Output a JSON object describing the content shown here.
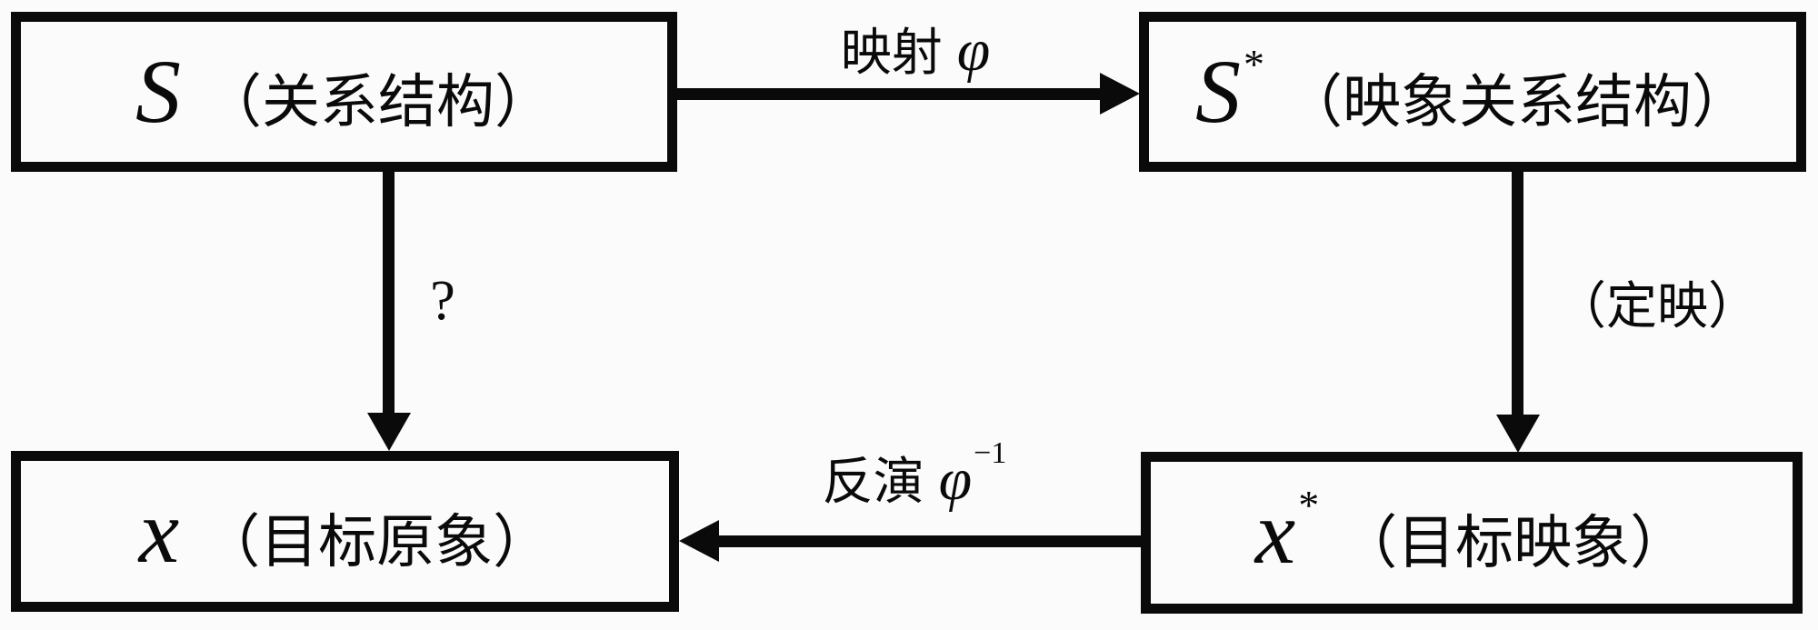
{
  "colors": {
    "ink": "#0a0a0a",
    "background": "#fbfbfb"
  },
  "nodes": {
    "s": {
      "symbol": "S",
      "sup": "",
      "label": "（关系结构）"
    },
    "s_star": {
      "symbol": "S",
      "sup": "*",
      "label": "（映象关系结构）"
    },
    "x": {
      "symbol": "x",
      "sup": "",
      "label": "（目标原象）"
    },
    "x_star": {
      "symbol": "x",
      "sup": "*",
      "label": "（目标映象）"
    }
  },
  "arrows": {
    "mapping": {
      "prefix": "映射",
      "symbol": "φ",
      "sup": ""
    },
    "question": {
      "label": "?"
    },
    "fixing": {
      "label": "（定映）"
    },
    "inversion": {
      "prefix": "反演",
      "symbol": "φ",
      "sup": "−1"
    }
  }
}
